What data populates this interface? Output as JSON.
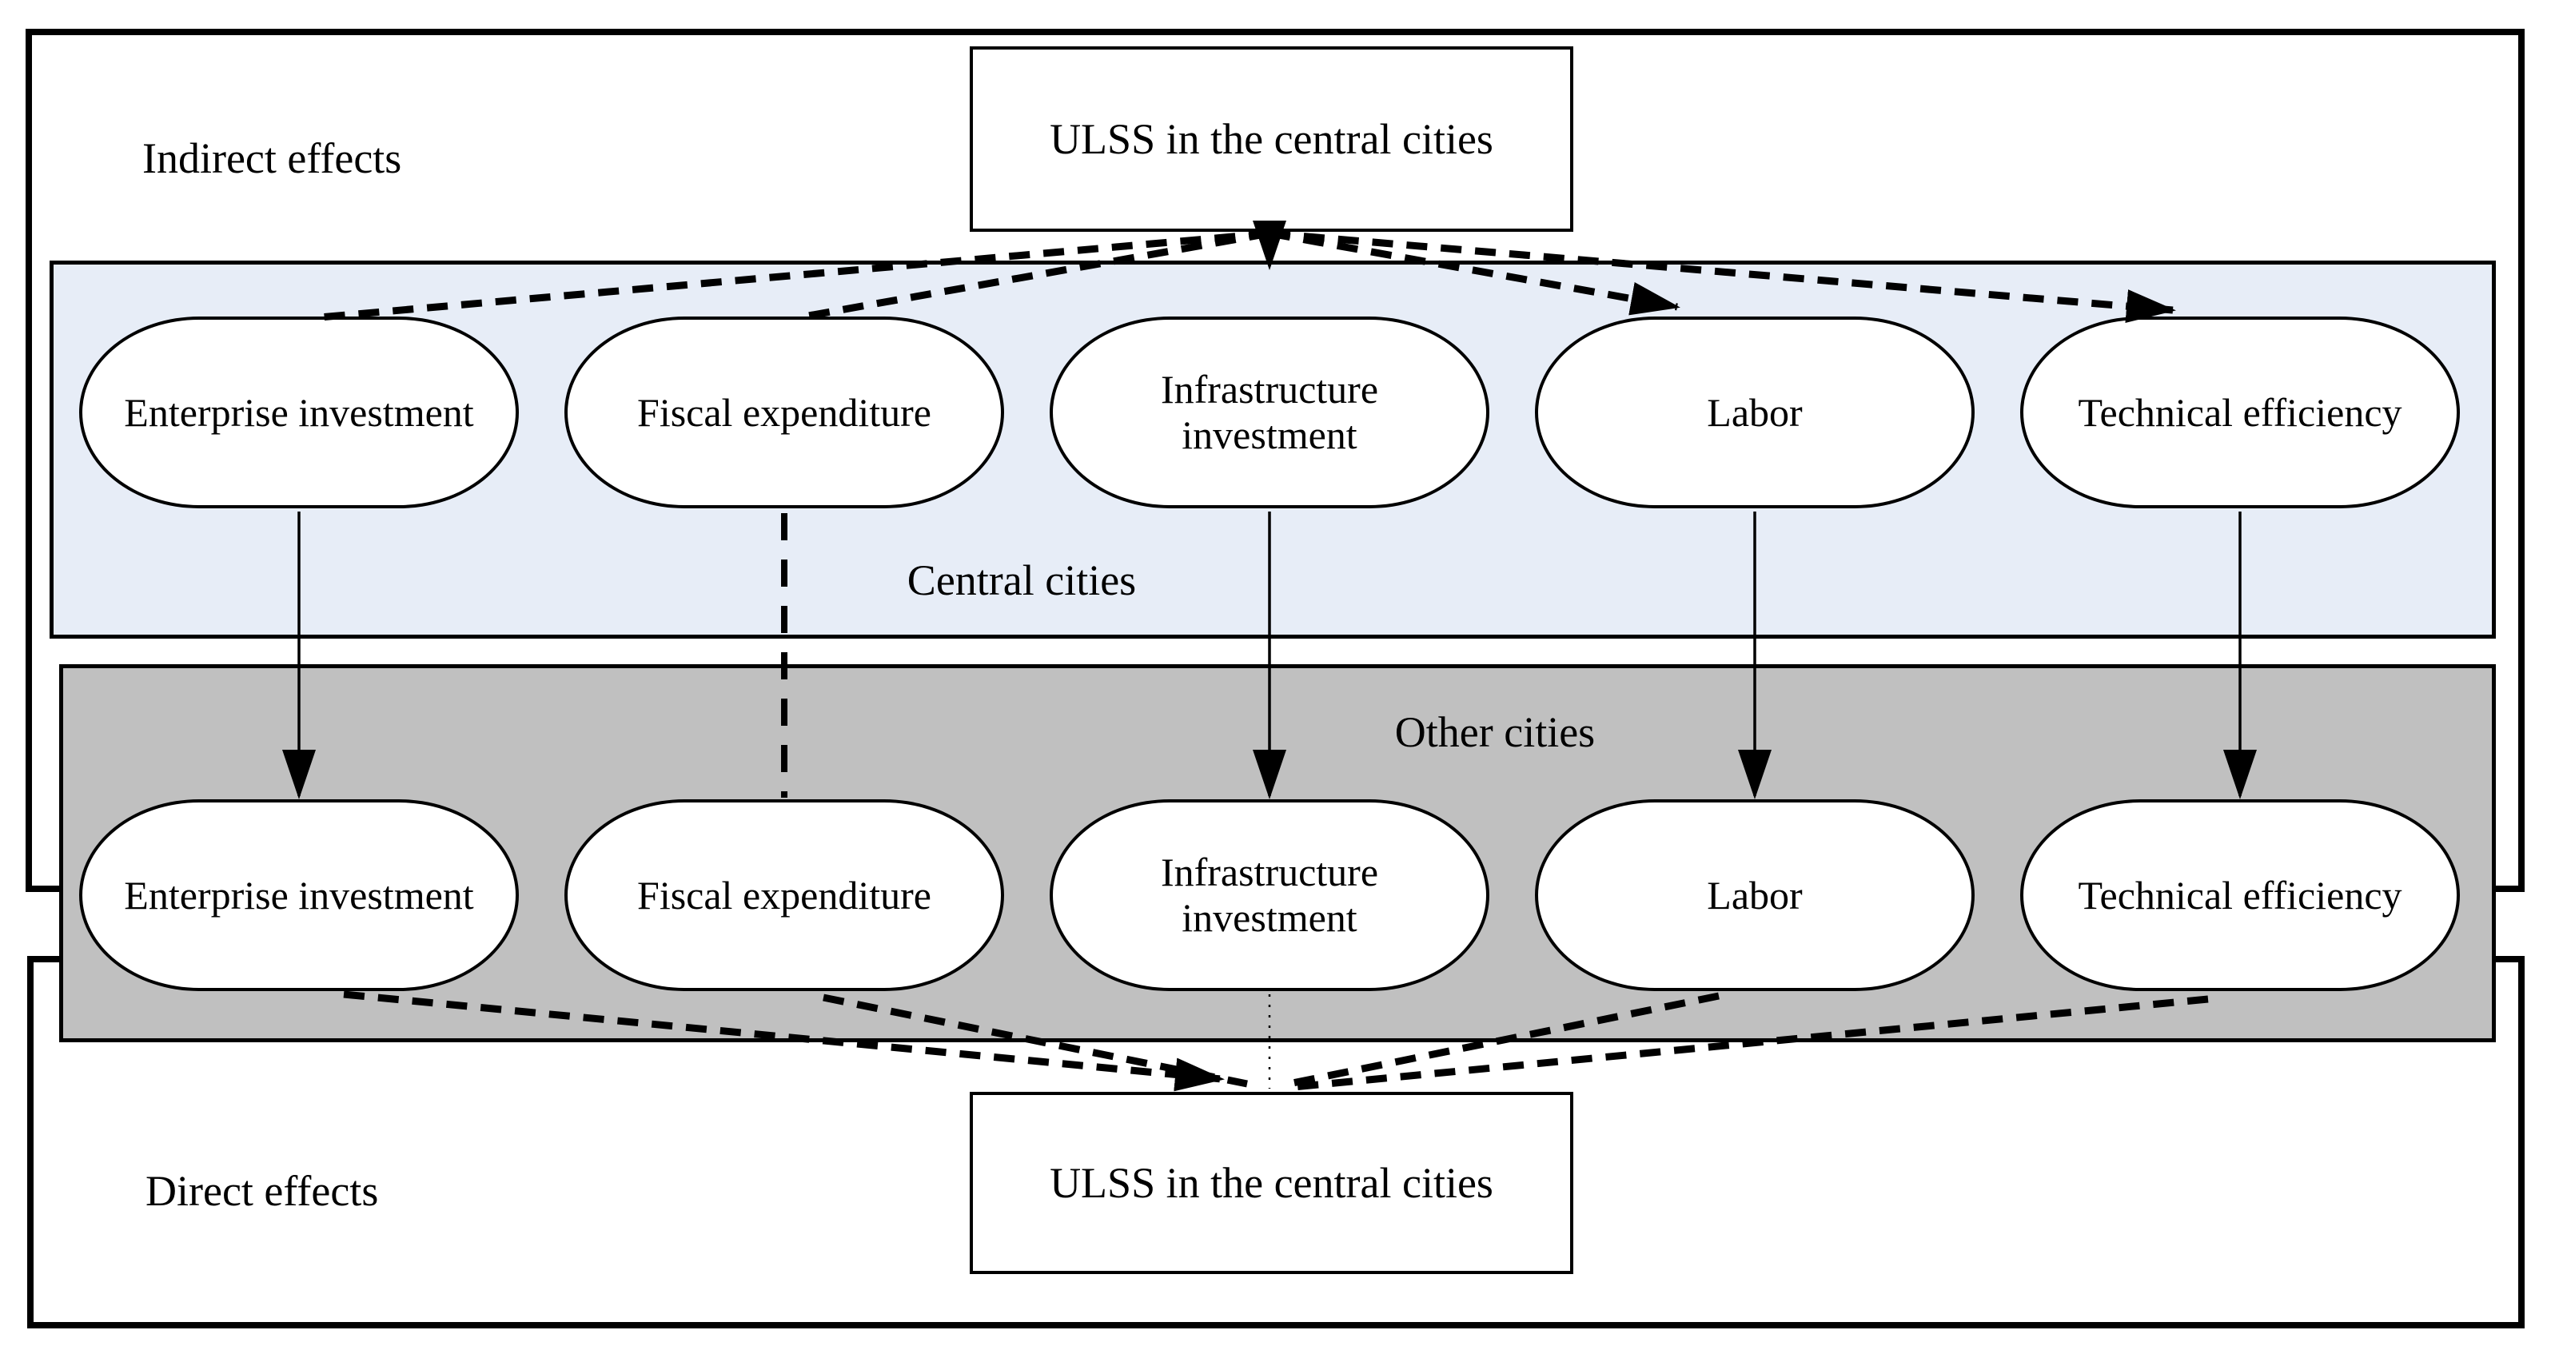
{
  "sections": {
    "indirect": {
      "label": "Indirect effects"
    },
    "direct": {
      "label": "Direct effects"
    }
  },
  "boxes": {
    "top": {
      "label": "ULSS in the central cities"
    },
    "bottom": {
      "label": "ULSS in the central cities"
    }
  },
  "bands": {
    "central": {
      "label": "Central cities",
      "fill": "#e7edf7",
      "nodes": [
        {
          "label": "Enterprise investment"
        },
        {
          "label": "Fiscal expenditure"
        },
        {
          "label": "Infrastructure investment"
        },
        {
          "label": "Labor"
        },
        {
          "label": "Technical efficiency"
        }
      ]
    },
    "other": {
      "label": "Other cities",
      "fill": "#c0c0c0",
      "nodes": [
        {
          "label": "Enterprise investment"
        },
        {
          "label": "Fiscal expenditure"
        },
        {
          "label": "Infrastructure investment"
        },
        {
          "label": "Labor"
        },
        {
          "label": "Technical efficiency"
        }
      ]
    }
  },
  "colors": {
    "line": "#000000",
    "node_fill": "#ffffff",
    "central_band_fill": "#e7edf7",
    "other_band_fill": "#c0c0c0",
    "frame_border": "#000000"
  },
  "edges": [
    {
      "from": "ULSS in the central cities (top)",
      "to": "Enterprise investment (central cities)",
      "style": "dashed",
      "arrowhead": false
    },
    {
      "from": "ULSS in the central cities (top)",
      "to": "Fiscal expenditure (central cities)",
      "style": "dashed",
      "arrowhead": false
    },
    {
      "from": "ULSS in the central cities (top)",
      "to": "Infrastructure investment (central cities)",
      "style": "dotted",
      "arrowhead": true
    },
    {
      "from": "ULSS in the central cities (top)",
      "to": "Labor (central cities)",
      "style": "dashed",
      "arrowhead": true
    },
    {
      "from": "ULSS in the central cities (top)",
      "to": "Technical efficiency (central cities)",
      "style": "dashed",
      "arrowhead": true
    },
    {
      "from": "Enterprise investment (central cities)",
      "to": "Enterprise investment (other cities)",
      "style": "solid",
      "arrowhead": true
    },
    {
      "from": "Fiscal expenditure (central cities)",
      "to": "Fiscal expenditure (other cities)",
      "style": "dashed",
      "arrowhead": false
    },
    {
      "from": "Infrastructure investment (central cities)",
      "to": "Infrastructure investment (other cities)",
      "style": "solid",
      "arrowhead": true
    },
    {
      "from": "Labor (central cities)",
      "to": "Labor (other cities)",
      "style": "solid",
      "arrowhead": true
    },
    {
      "from": "Technical efficiency (central cities)",
      "to": "Technical efficiency (other cities)",
      "style": "solid",
      "arrowhead": true
    },
    {
      "from": "Enterprise investment (other cities)",
      "to": "ULSS in the central cities (bottom)",
      "style": "dashed",
      "arrowhead": true
    },
    {
      "from": "Fiscal expenditure (other cities)",
      "to": "ULSS in the central cities (bottom)",
      "style": "dashed",
      "arrowhead": false
    },
    {
      "from": "Infrastructure investment (other cities)",
      "to": "ULSS in the central cities (bottom)",
      "style": "dotted",
      "arrowhead": false
    },
    {
      "from": "Labor (other cities)",
      "to": "ULSS in the central cities (bottom)",
      "style": "dashed",
      "arrowhead": false
    },
    {
      "from": "Technical efficiency (other cities)",
      "to": "ULSS in the central cities (bottom)",
      "style": "dashed",
      "arrowhead": false
    }
  ]
}
